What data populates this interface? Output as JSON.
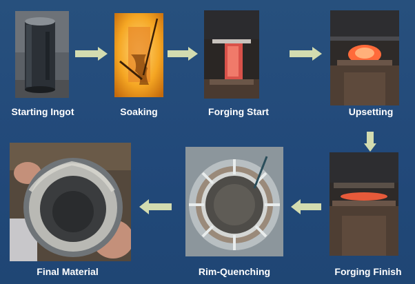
{
  "steps": {
    "starting_ingot": "Starting Ingot",
    "soaking": "Soaking",
    "forging_start": "Forging Start",
    "upsetting": "Upsetting",
    "forging_finish": "Forging Finish",
    "rim_quenching": "Rim-Quenching",
    "final_material": "Final Material"
  },
  "colors": {
    "background": "#244c79",
    "arrow": "#d3dcb0",
    "label": "#ffffff"
  },
  "icons": {
    "arrow": "chevron-block-arrow"
  }
}
